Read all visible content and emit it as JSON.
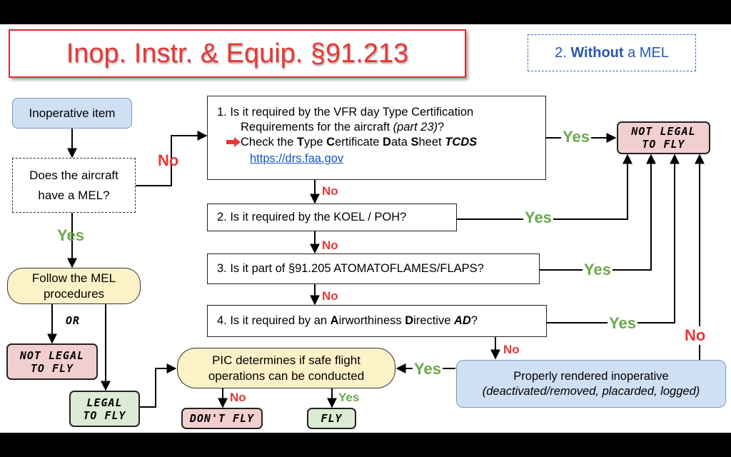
{
  "title": "Inop. Instr. & Equip. §91.213",
  "subtitle": {
    "number": "2.",
    "bold": "Without",
    "rest": "a MEL"
  },
  "nodes": {
    "inoperative_item": "Inoperative item",
    "mel_question_line1": "Does the aircraft",
    "mel_question_line2": "have a MEL?",
    "follow_mel_line1": "Follow the MEL",
    "follow_mel_line2": "procedures",
    "or_text": "OR",
    "not_legal_left_line1": "NOT LEGAL",
    "not_legal_left_line2": "TO FLY",
    "legal_line1": "LEGAL",
    "legal_line2": "TO FLY",
    "pic_line1": "PIC determines if safe flight",
    "pic_line2": "operations can be conducted",
    "dont_fly": "DON'T FLY",
    "fly": "FLY",
    "not_legal_right_line1": "NOT LEGAL",
    "not_legal_right_line2": "TO FLY",
    "rendered_line1": "Properly rendered inoperative",
    "rendered_line2": "(deactivated/removed, placarded, logged)"
  },
  "questions": {
    "q1_line1": "1.   Is it required by the VFR day Type Certification",
    "q1_line2a": "Requirements for the aircraft ",
    "q1_line2b": "(part 23)",
    "q1_line2c": "?",
    "q1_check_pre": "Check the ",
    "q1_check_T": "T",
    "q1_check_ype": "ype ",
    "q1_check_C": "C",
    "q1_check_ertificate": "ertificate ",
    "q1_check_D": "D",
    "q1_check_ata": "ata ",
    "q1_check_S": "S",
    "q1_check_heet": "heet ",
    "q1_check_tcds": "TCDS",
    "q1_link": "https://drs.faa.gov",
    "q2": "2.   Is it required by the KOEL / POH?",
    "q3": "3.   Is it part of §91.205 ATOMATOFLAMES/FLAPS?",
    "q4_pre": "4.   Is it required by an ",
    "q4_A": "A",
    "q4_irworthiness": "irworthiness ",
    "q4_D": "D",
    "q4_irective": "irective ",
    "q4_AD": "AD",
    "q4_q": "?"
  },
  "labels": {
    "yes_mel": "Yes",
    "no_mel": "No",
    "yes_q1": "Yes",
    "no_q1": "No",
    "yes_q2": "Yes",
    "no_q2": "No",
    "yes_q3": "Yes",
    "no_q3": "No",
    "yes_q4": "Yes",
    "no_q4": "No",
    "no_rendered": "No",
    "yes_rendered": "Yes",
    "no_pic": "No",
    "yes_pic": "Yes"
  },
  "colors": {
    "title_red": "#e53935",
    "yes_green": "#6aa84f",
    "no_red": "#e53935",
    "link_blue": "#1155cc"
  }
}
